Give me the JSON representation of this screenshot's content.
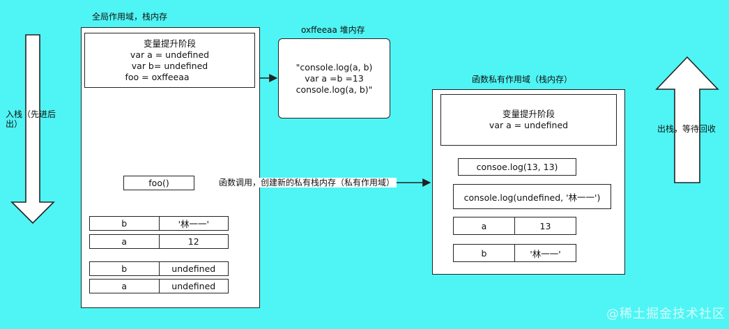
{
  "left_arrow": {
    "label": "入栈（先进后出）"
  },
  "right_arrow": {
    "label": "出栈，等待回收"
  },
  "global_scope": {
    "title": "全局作用域，栈内存",
    "hoisting": {
      "title": "变量提升阶段",
      "lines": [
        "var a = undefined",
        "var b=  undefined",
        "foo = oxffeeaa"
      ]
    },
    "call_box": "foo()",
    "rows_top": [
      {
        "name": "b",
        "value": "'林一一'"
      },
      {
        "name": "a",
        "value": "12"
      }
    ],
    "rows_bottom": [
      {
        "name": "b",
        "value": "undefined"
      },
      {
        "name": "a",
        "value": "undefined"
      }
    ]
  },
  "heap": {
    "title": "oxffeeaa 堆内存",
    "lines": [
      "\"console.log(a, b)",
      "var a =b =13",
      "console.log(a, b)\""
    ]
  },
  "call_arrow_label": "函数调用，创建新的私有栈内存（私有作用域）",
  "private_scope": {
    "title": "函数私有作用域（栈内存）",
    "hoisting": {
      "title": "变量提升阶段",
      "lines": [
        "var a = undefined"
      ]
    },
    "log1": "consoe.log(13, 13)",
    "log2": "console.log(undefined, '林一一')",
    "rows": [
      {
        "name": "a",
        "value": "13"
      },
      {
        "name": "b",
        "value": "'林一一'"
      }
    ]
  },
  "watermark": "@稀土掘金技术社区",
  "colors": {
    "background": "#4ff5f4",
    "box": "#ffffff",
    "stroke": "#222222"
  }
}
